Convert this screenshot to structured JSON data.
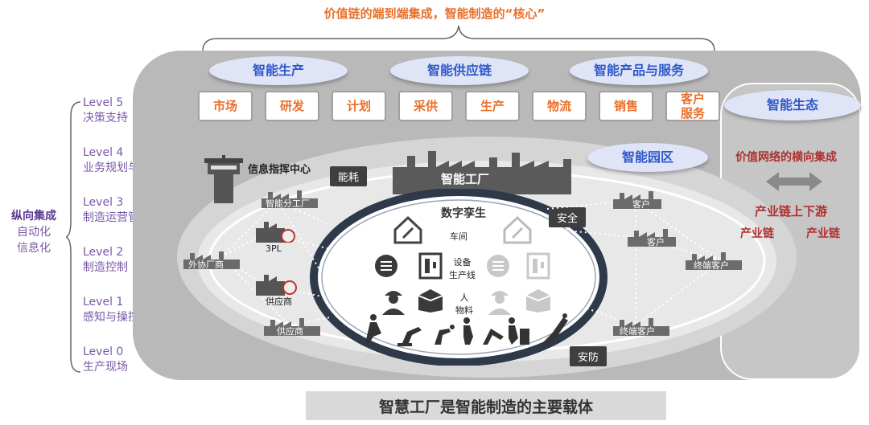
{
  "top_title": "价值链的端到端集成，智能制造的“核心”",
  "pillars": [
    "智能生产",
    "智能供应链",
    "智能产品与服务"
  ],
  "eco_label": "智能生态",
  "categories": [
    "市场",
    "研发",
    "计划",
    "采供",
    "生产",
    "物流",
    "销售",
    "客户\n服务"
  ],
  "levels": [
    {
      "en": "Level 5",
      "cn": "决策支持"
    },
    {
      "en": "Level 4",
      "cn": "业务规划与运营"
    },
    {
      "en": "Level 3",
      "cn": "制造运营管理"
    },
    {
      "en": "Level 2",
      "cn": "制造控制"
    },
    {
      "en": "Level 1",
      "cn": "感知与操控"
    },
    {
      "en": "Level 0",
      "cn": "生产现场"
    }
  ],
  "vertical_integration": [
    "纵向集成",
    "自动化",
    "信息化"
  ],
  "park_label": "智能园区",
  "command_center": "信息指挥中心",
  "energy_tag": "能耗",
  "factory_label": "智能工厂",
  "safety_tag": "安全",
  "security_tag": "安防",
  "digital_twin": "数字孪生",
  "twin_rows": [
    "车间",
    "设备\n生产线",
    "人\n物料"
  ],
  "left_nodes": [
    "智能分工厂",
    "3PL",
    "外协厂商",
    "供应商",
    "供应商"
  ],
  "right_nodes": [
    "客户",
    "客户",
    "终端客户",
    "终端客户"
  ],
  "horizontal_title": "价值网络的横向集成",
  "chain_title": "产业链上下游",
  "chain_left": "产业链",
  "chain_right": "产业链",
  "bottom_banner": "智慧工厂是智能制造的主要载体",
  "colors": {
    "orange": "#e8702a",
    "purple": "#7a58a8",
    "blue": "#2f58c8",
    "red": "#b03030"
  }
}
